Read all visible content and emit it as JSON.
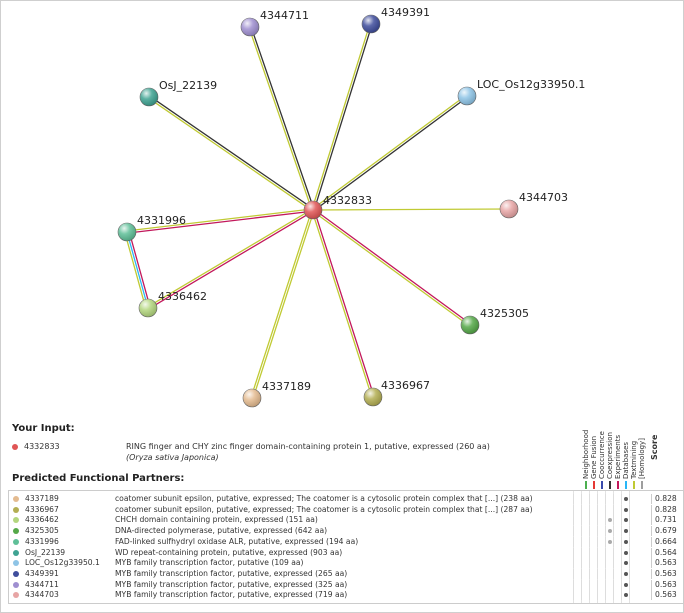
{
  "network": {
    "center": {
      "id": "4332833",
      "color": "#e05555"
    },
    "nodes": [
      {
        "id": "4344711",
        "color": "#9f8fd0"
      },
      {
        "id": "4349391",
        "color": "#3f4d9c"
      },
      {
        "id": "OsJ_22139",
        "color": "#3fa392"
      },
      {
        "id": "LOC_Os12g33950.1",
        "color": "#8ec4e6"
      },
      {
        "id": "4344703",
        "color": "#e7a5a5"
      },
      {
        "id": "4331996",
        "color": "#5fbf98"
      },
      {
        "id": "4336462",
        "color": "#b3d67e"
      },
      {
        "id": "4325305",
        "color": "#55a848"
      },
      {
        "id": "4337189",
        "color": "#e4bb90"
      },
      {
        "id": "4336967",
        "color": "#b3ae52"
      }
    ]
  },
  "input": {
    "title": "Your Input:",
    "id": "4332833",
    "color": "#e05555",
    "description": "RING finger and CHY zinc finger domain-containing protein 1, putative, expressed (260 aa)",
    "species": "(Oryza sativa Japonica)"
  },
  "evidence": {
    "headers": [
      {
        "label": "Neighborhood",
        "color": "#4caf50"
      },
      {
        "label": "Gene Fusion",
        "color": "#e53935"
      },
      {
        "label": "Cooccurrence",
        "color": "#3949ab"
      },
      {
        "label": "Coexpression",
        "color": "#333333"
      },
      {
        "label": "Experiments",
        "color": "#c2185b"
      },
      {
        "label": "Databases",
        "color": "#29b6f6"
      },
      {
        "label": "Textmining",
        "color": "#c0ca33"
      },
      {
        "label": "[Homology]",
        "color": "#9e9e9e"
      }
    ],
    "score_label": "Score"
  },
  "partners": {
    "title": "Predicted Functional Partners:",
    "rows": [
      {
        "id": "4337189",
        "color": "#e4bb90",
        "desc": "coatomer subunit epsilon, putative, expressed; The coatomer is a cytosolic protein complex that [...] (238 aa)",
        "ev": [
          0,
          0,
          0,
          0,
          0,
          0,
          1,
          0
        ],
        "score": "0.828"
      },
      {
        "id": "4336967",
        "color": "#b3ae52",
        "desc": "coatomer subunit epsilon, putative, expressed; The coatomer is a cytosolic protein complex that [...] (287 aa)",
        "ev": [
          0,
          0,
          0,
          0,
          0,
          0,
          1,
          0
        ],
        "score": "0.828"
      },
      {
        "id": "4336462",
        "color": "#b3d67e",
        "desc": "CHCH domain containing protein, expressed (151 aa)",
        "ev": [
          0,
          0,
          0,
          0,
          1,
          0,
          1,
          0
        ],
        "score": "0.731"
      },
      {
        "id": "4325305",
        "color": "#55a848",
        "desc": "DNA-directed polymerase, putative, expressed (642 aa)",
        "ev": [
          0,
          0,
          0,
          0,
          1,
          0,
          1,
          0
        ],
        "score": "0.679"
      },
      {
        "id": "4331996",
        "color": "#5fbf98",
        "desc": "FAD-linked sulfhydryl oxidase ALR, putative, expressed (194 aa)",
        "ev": [
          0,
          0,
          0,
          0,
          1,
          0,
          1,
          0
        ],
        "score": "0.664"
      },
      {
        "id": "OsJ_22139",
        "color": "#3fa392",
        "desc": "WD repeat-containing protein, putative, expressed (903 aa)",
        "ev": [
          0,
          0,
          0,
          0,
          0,
          0,
          1,
          0
        ],
        "score": "0.564"
      },
      {
        "id": "LOC_Os12g33950.1",
        "color": "#8ec4e6",
        "desc": "MYB family transcription factor, putative (109 aa)",
        "ev": [
          0,
          0,
          0,
          0,
          0,
          0,
          1,
          0
        ],
        "score": "0.563"
      },
      {
        "id": "4349391",
        "color": "#3f4d9c",
        "desc": "MYB family transcription factor, putative, expressed (265 aa)",
        "ev": [
          0,
          0,
          0,
          0,
          0,
          0,
          1,
          0
        ],
        "score": "0.563"
      },
      {
        "id": "4344711",
        "color": "#9f8fd0",
        "desc": "MYB family transcription factor, putative, expressed (325 aa)",
        "ev": [
          0,
          0,
          0,
          0,
          0,
          0,
          1,
          0
        ],
        "score": "0.563"
      },
      {
        "id": "4344703",
        "color": "#e7a5a5",
        "desc": "MYB family transcription factor, putative, expressed (719 aa)",
        "ev": [
          0,
          0,
          0,
          0,
          0,
          0,
          1,
          0
        ],
        "score": "0.563"
      }
    ]
  }
}
